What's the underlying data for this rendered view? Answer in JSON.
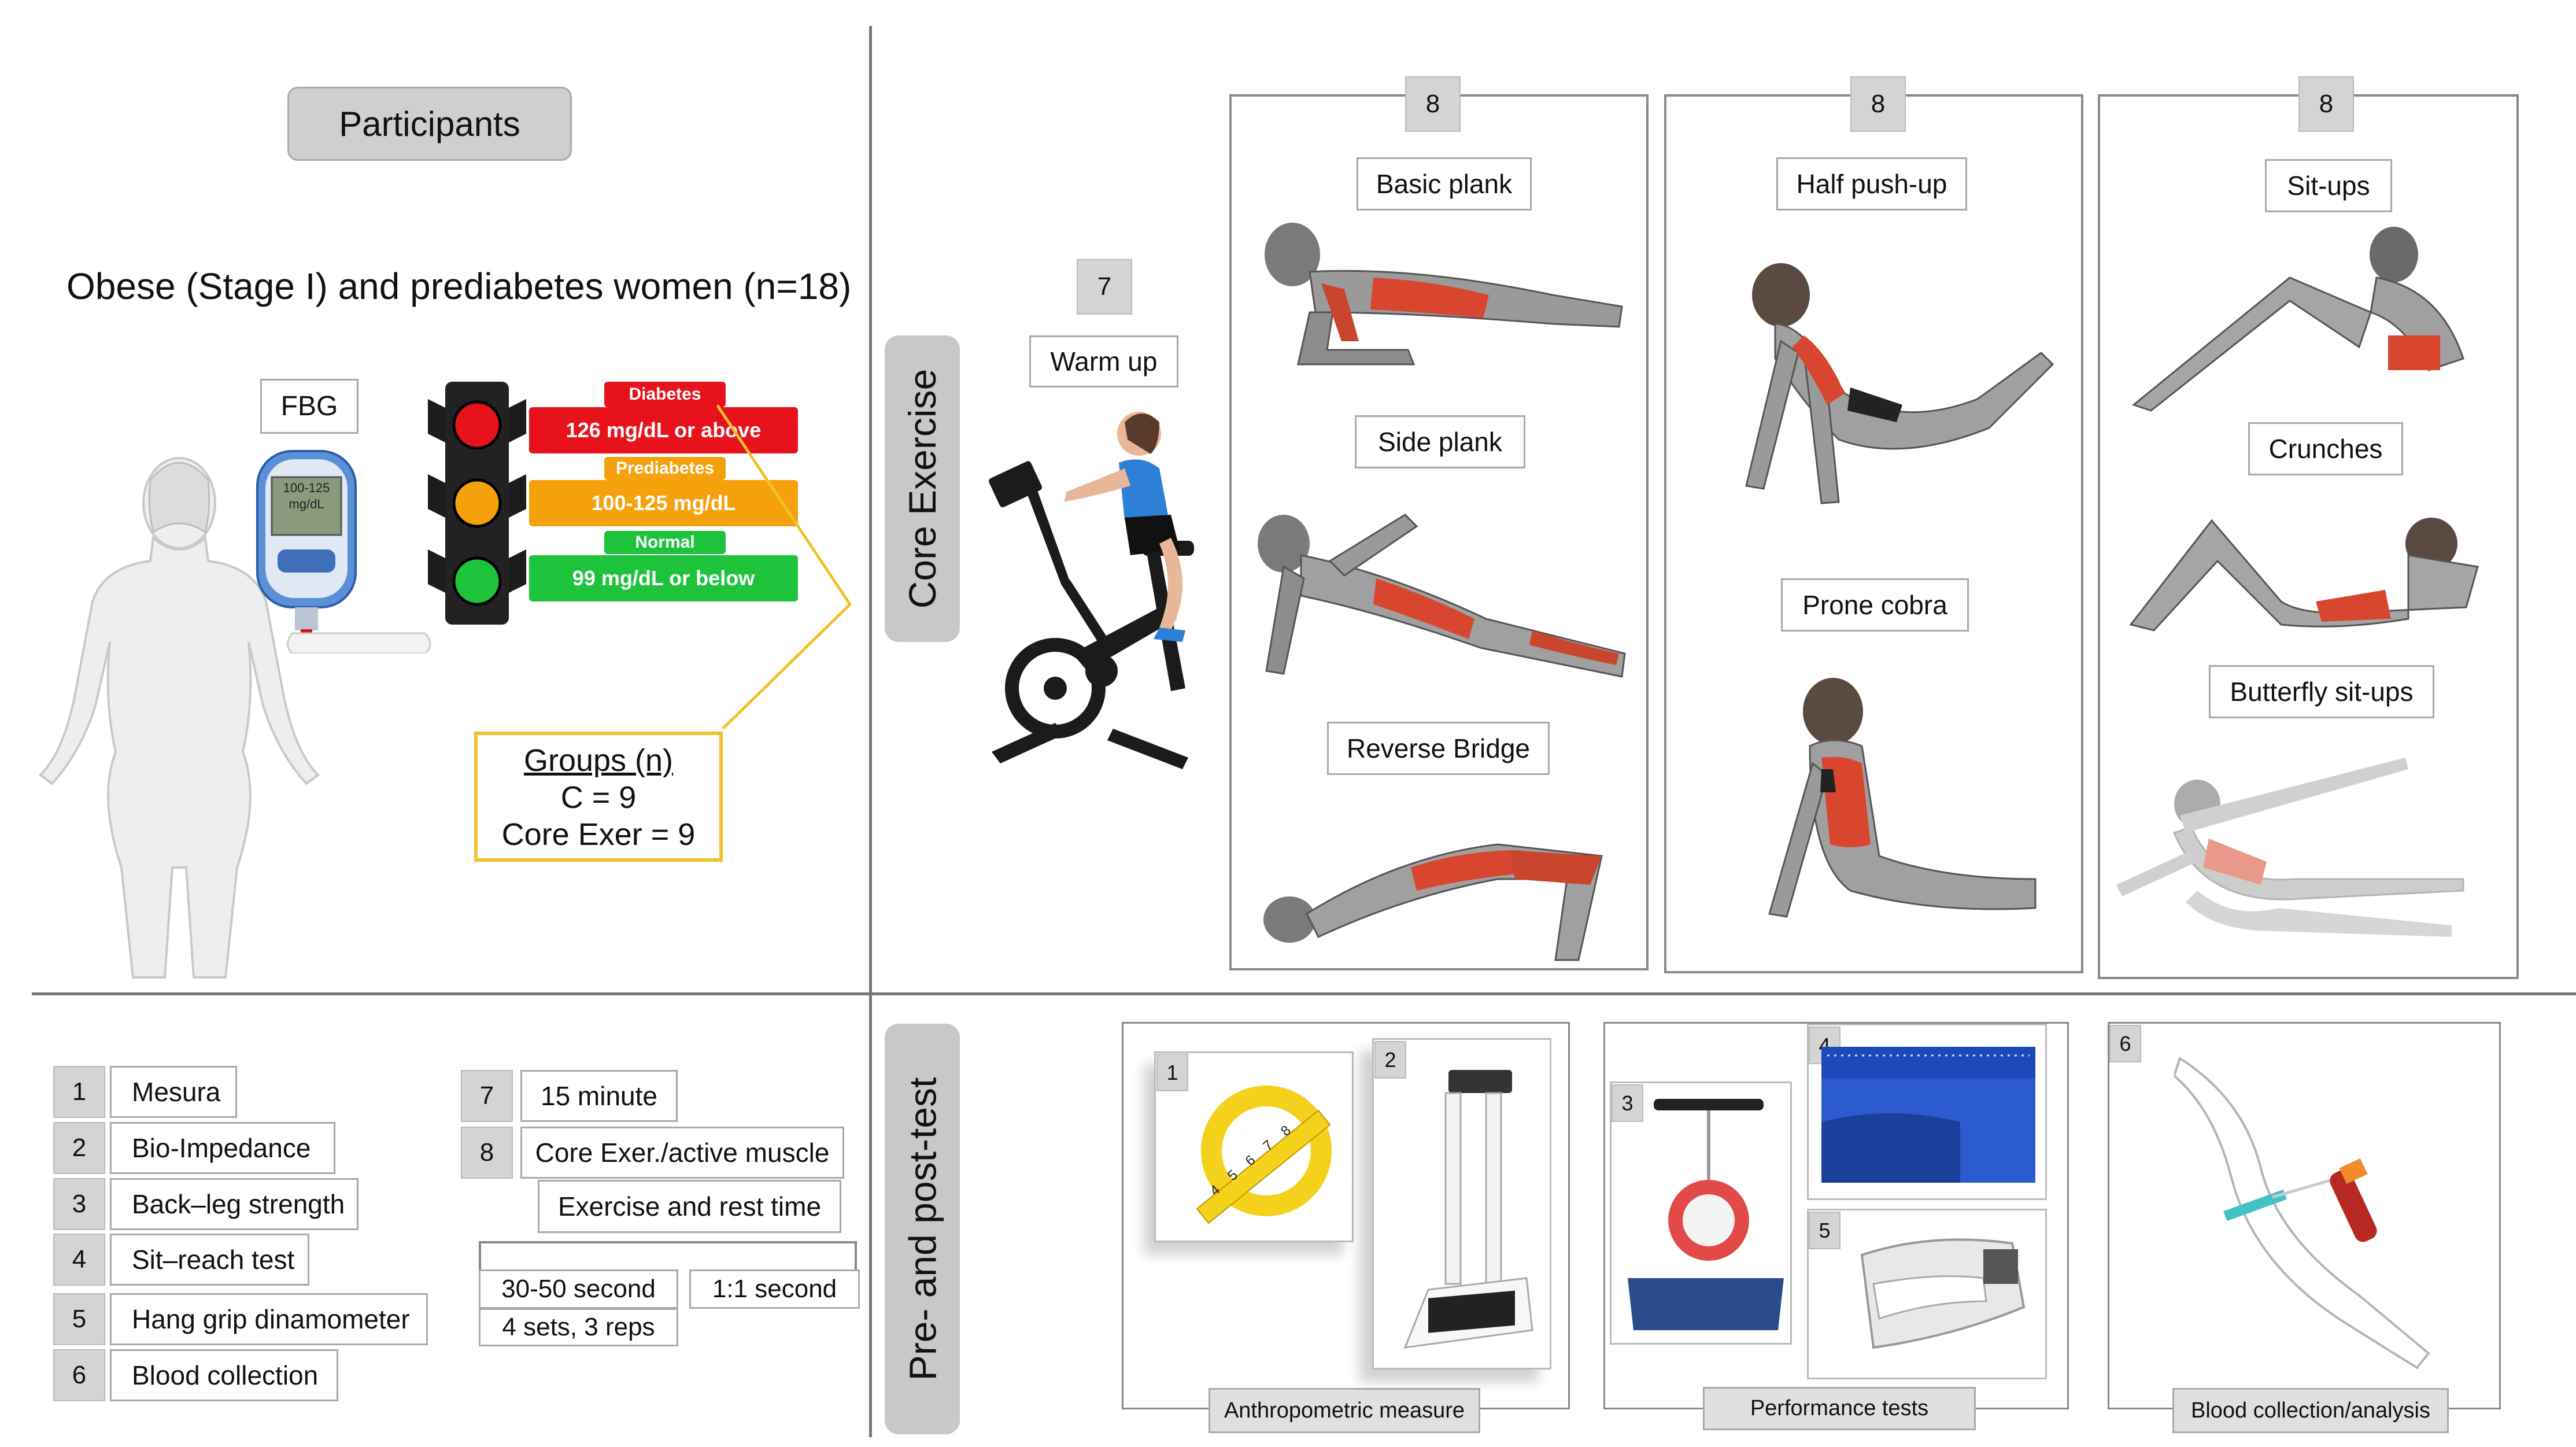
{
  "participants": {
    "header": "Participants",
    "title": "Obese (Stage I) and prediabetes women (n=18)",
    "fbg_label": "FBG",
    "glucometer_display": "100-125 mg/dL",
    "categories": [
      {
        "tag": "Diabetes",
        "range": "126 mg/dL or above",
        "color": "#e8121c"
      },
      {
        "tag": "Prediabetes",
        "range": "100-125 mg/dL",
        "color": "#f5a10b"
      },
      {
        "tag": "Normal",
        "range": "99 mg/dL or below",
        "color": "#1ec33c"
      }
    ],
    "groups": {
      "title": "Groups (n)",
      "c": "C = 9",
      "core": "Core Exer = 9",
      "border_color": "#f0c12c"
    }
  },
  "core_exercise": {
    "section_label": "Core Exercise",
    "warmup": {
      "num": "7",
      "label": "Warm up"
    },
    "columns": [
      {
        "num": "8",
        "exercises": [
          "Basic plank",
          "Side plank",
          "Reverse Bridge"
        ]
      },
      {
        "num": "8",
        "exercises": [
          "Half push-up",
          "Prone cobra"
        ]
      },
      {
        "num": "8",
        "exercises": [
          "Sit-ups",
          "Crunches",
          "Butterfly sit-ups"
        ]
      }
    ]
  },
  "legend": {
    "tests": [
      {
        "num": "1",
        "label": "Mesura"
      },
      {
        "num": "2",
        "label": "Bio-Impedance"
      },
      {
        "num": "3",
        "label": "Back–leg strength"
      },
      {
        "num": "4",
        "label": "Sit–reach test"
      },
      {
        "num": "5",
        "label": "Hang grip dinamometer"
      },
      {
        "num": "6",
        "label": "Blood collection"
      }
    ],
    "protocol": [
      {
        "num": "7",
        "label": "15 minute"
      },
      {
        "num": "8",
        "label": "Core Exer./active muscle"
      }
    ],
    "rest_title": "Exercise and rest time",
    "work": "30-50 second",
    "sets": "4 sets, 3 reps",
    "ratio": "1:1 second"
  },
  "tests_panel": {
    "section_label": "Pre- and post-test",
    "groups": [
      {
        "caption": "Anthropometric measure",
        "nums": [
          "1",
          "2"
        ]
      },
      {
        "caption": "Performance tests",
        "nums": [
          "3",
          "4",
          "5"
        ]
      },
      {
        "caption": "Blood collection/analysis",
        "nums": [
          "6"
        ]
      }
    ],
    "tape_marks": "4 5 6 7 8"
  }
}
